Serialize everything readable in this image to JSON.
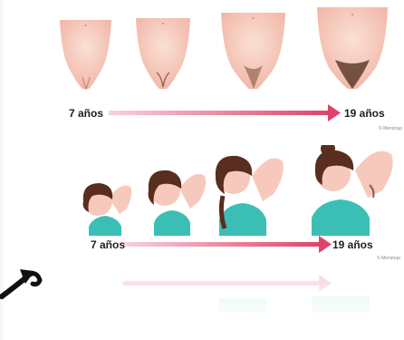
{
  "top_panel": {
    "start_label": "7 años",
    "end_label": "19 años",
    "credit": "© Menstrup",
    "stages": [
      "stage-1",
      "stage-2",
      "stage-3",
      "stage-4"
    ]
  },
  "bottom_panel": {
    "start_label": "7 años",
    "end_label": "19 años",
    "credit": "© Menstrup"
  },
  "colors": {
    "skin": "#f7c9bd",
    "skin_shade": "#ecae9f",
    "arrow": "#e0426a",
    "arrow_light": "#f3c0cf",
    "hair": "#5a2e1e",
    "top_garment": "#3bbfb5",
    "curl_arrow": "#111111"
  }
}
